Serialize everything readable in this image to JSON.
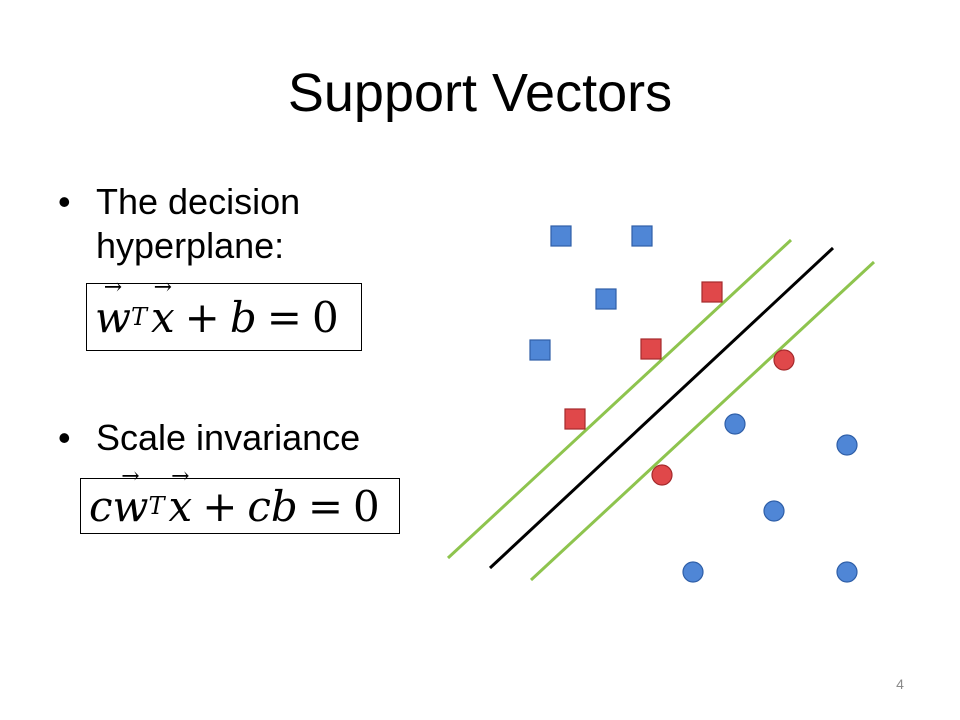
{
  "slide": {
    "title": "Support Vectors",
    "bullets": [
      {
        "symbol": "•",
        "text": "The decision hyperplane:"
      },
      {
        "symbol": "•",
        "text": "Scale invariance"
      }
    ],
    "equations": [
      {
        "parts": [
          "w",
          "T",
          "x",
          "+",
          "b",
          "=",
          "0"
        ]
      },
      {
        "parts": [
          "c",
          "w",
          "T",
          "x",
          "+",
          "c",
          "b",
          "=",
          "0"
        ]
      }
    ],
    "page_number": "4"
  },
  "colors": {
    "class_a_fill": "#4f86d6",
    "class_a_stroke": "#2f5fa8",
    "class_b_fill": "#e0484a",
    "class_b_stroke": "#a52a2c",
    "hyperplane": "#000000",
    "margin": "#8ec44e"
  }
}
